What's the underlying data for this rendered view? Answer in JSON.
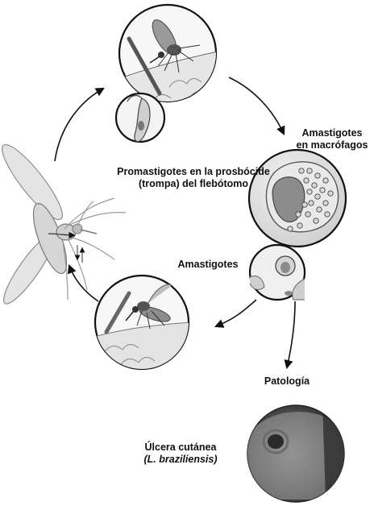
{
  "labels": {
    "promastigotes_line1": "Promastigotes en la prosbócide",
    "promastigotes_line2": "(trompa) del flebótomo",
    "amastigotes_macrofagos_line1": "Amastigotes",
    "amastigotes_macrofagos_line2": "en macrófagos",
    "amastigotes": "Amastigotes",
    "patologia": "Patología",
    "ulcera_line1": "Úlcera cutánea",
    "ulcera_line2": "(L. braziliensis)"
  }
}
